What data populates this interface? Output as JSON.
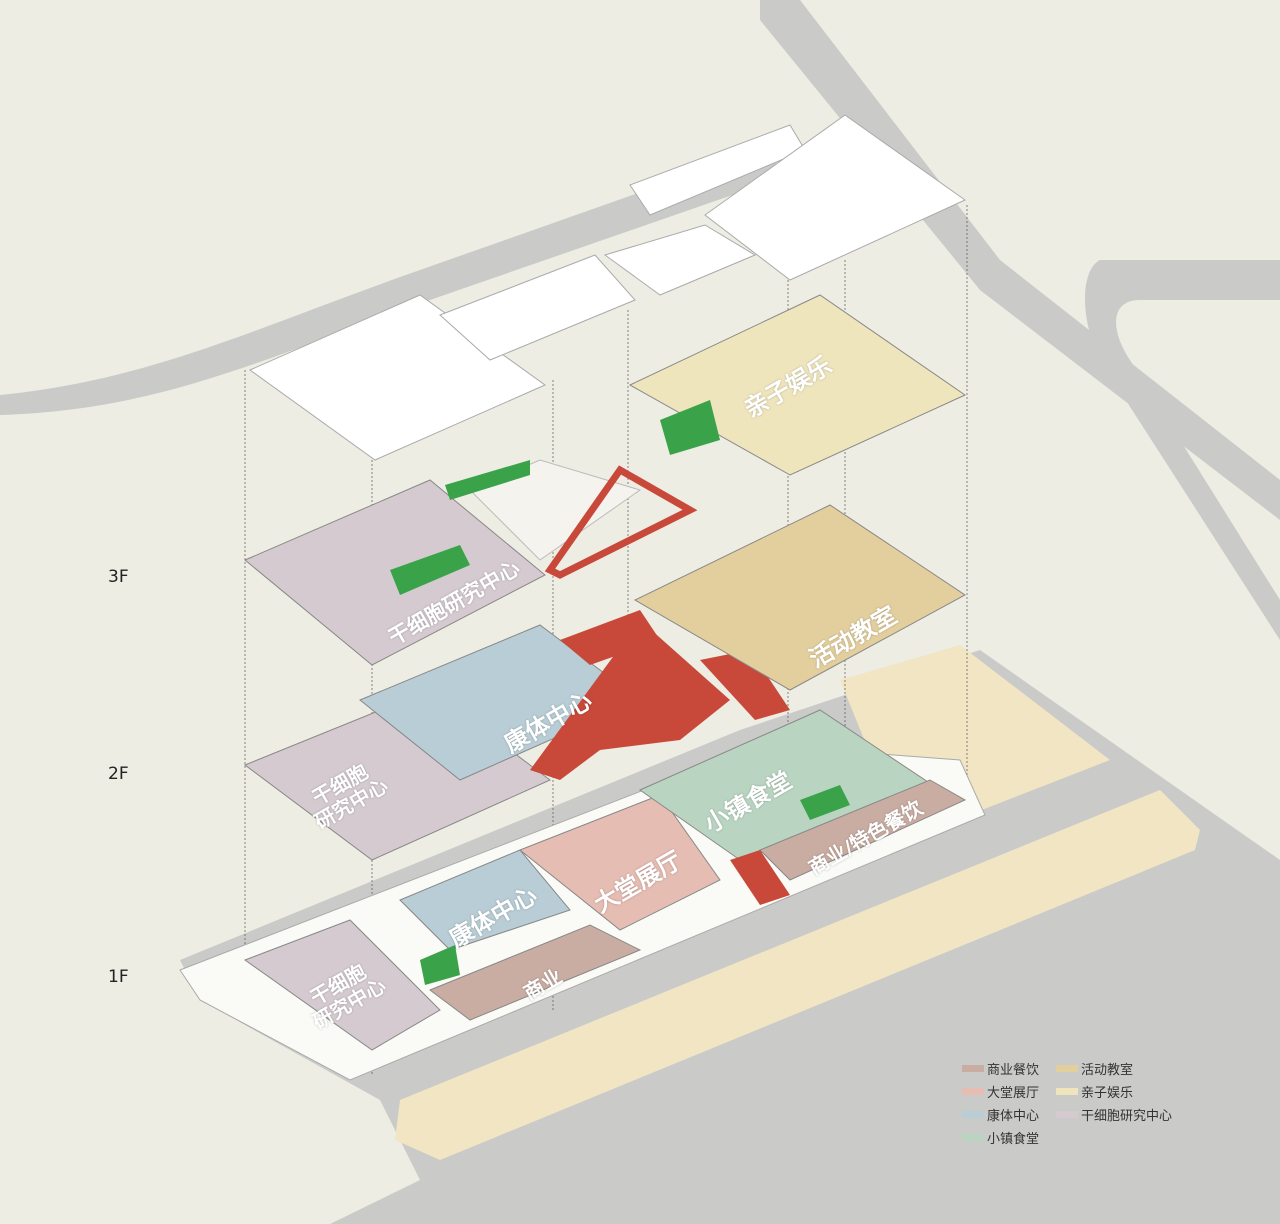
{
  "floors": [
    "3F",
    "2F",
    "1F"
  ],
  "zones": {
    "f3_family": "亲子娱乐",
    "f3_stemcell": "干细胞研究中心",
    "f2_classroom": "活动教室",
    "f2_fitness": "康体中心",
    "f2_stemcell_1": "干细胞",
    "f2_stemcell_2": "研究中心",
    "f1_canteen": "小镇食堂",
    "f1_lobby": "大堂展厅",
    "f1_dining": "商业/特色餐饮",
    "f1_fitness": "康体中心",
    "f1_commerce": "商业",
    "f1_stemcell_1": "干细胞",
    "f1_stemcell_2": "研究中心"
  },
  "legend": [
    {
      "label": "商业餐饮",
      "color": "#c9ada2"
    },
    {
      "label": "活动教室",
      "color": "#e3cf9e"
    },
    {
      "label": "大堂展厅",
      "color": "#e6bdb3"
    },
    {
      "label": "亲子娱乐",
      "color": "#efe5bd"
    },
    {
      "label": "康体中心",
      "color": "#b8cdd5"
    },
    {
      "label": "干细胞研究中心",
      "color": "#d4cad0"
    },
    {
      "label": "小镇食堂",
      "color": "#b9d5c2"
    }
  ]
}
